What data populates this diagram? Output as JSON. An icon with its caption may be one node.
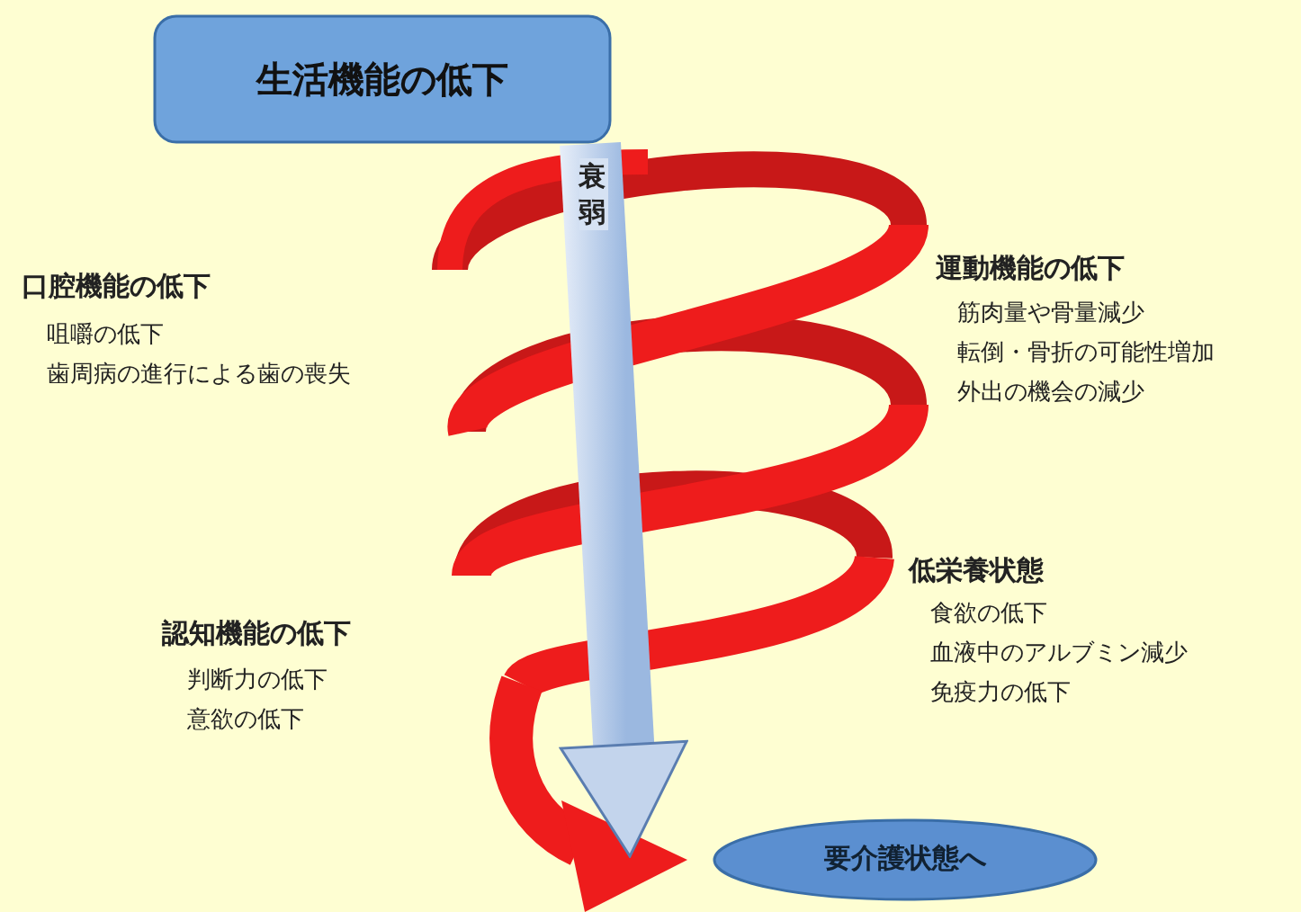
{
  "diagram": {
    "nodes": [
      {
        "text": [
          "生活機能の低下"
        ]
      },
      {
        "text": [
          "要介護状態へ"
        ]
      }
    ],
    "edges": [
      {
        "from": 0,
        "to": 1,
        "arrow": "to",
        "label": "衰弱",
        "style": "thick"
      }
    ],
    "labels": [
      "口腔機能の低下",
      "咀嚼の低下",
      "歯周病の進行による歯の喪失",
      "運動機能の低下",
      "筋肉量や骨量減少",
      "転倒・骨折の可能性増加",
      "外出の機会の減少",
      "低栄養状態",
      "食欲の低下",
      "血液中のアルブミン減少",
      "免疫力の低下",
      "認知機能の低下",
      "判断力の低下",
      "意欲の低下"
    ]
  }
}
